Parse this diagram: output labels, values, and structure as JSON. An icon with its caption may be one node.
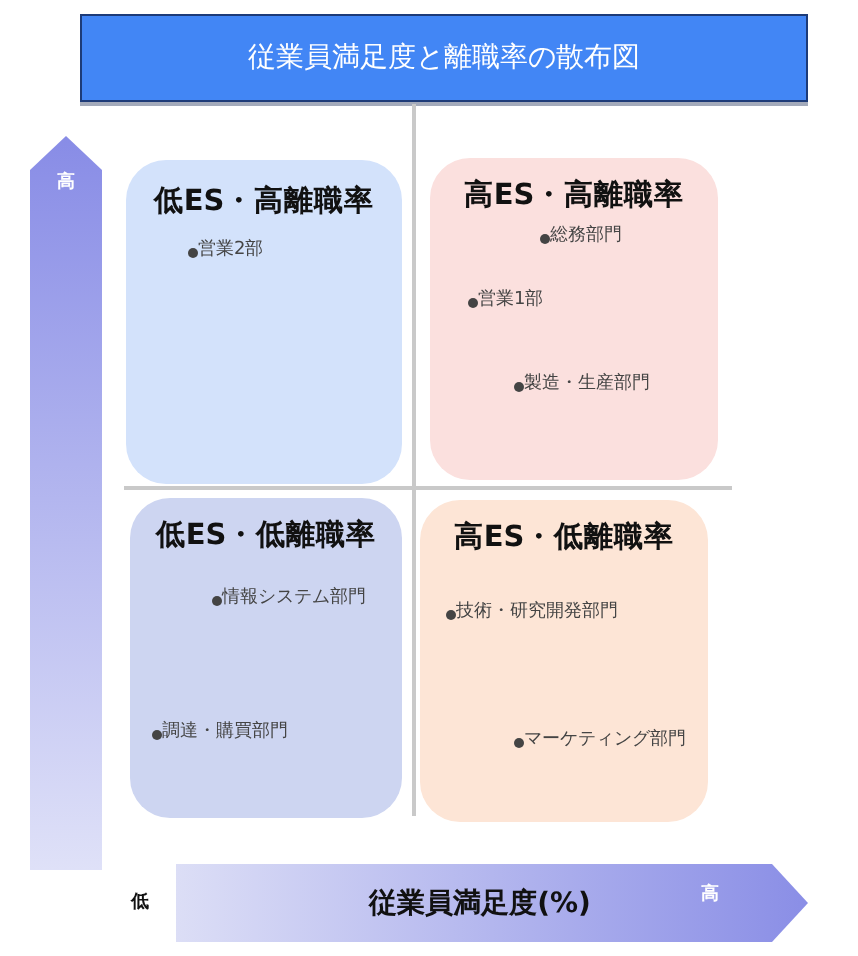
{
  "diagram": {
    "title": "従業員満足度と離職率の散布図",
    "nodes": [
      {
        "text": [
          "高"
        ]
      },
      {
        "text": [
          "低ES・高離職率",
          "営業2部"
        ]
      },
      {
        "text": [
          "高ES・高離職率",
          "総務部門",
          "営業1部",
          "製造・生産部門"
        ]
      },
      {
        "text": [
          "低ES・低離職率",
          "情報システム部門",
          "調達・購買部門"
        ]
      },
      {
        "text": [
          "高ES・低離職率",
          "技術・研究開発部門",
          "マーケティング部門"
        ]
      },
      {
        "text": [
          "従業員満足度(%)",
          "高"
        ]
      }
    ],
    "labels": [
      "低"
    ]
  }
}
